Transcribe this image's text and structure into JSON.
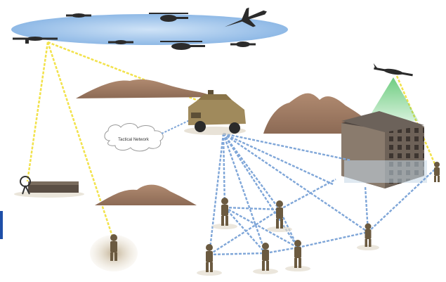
{
  "diagram": {
    "tactical_network_label": "Tactical Network",
    "link_colors": {
      "satellite_uplink": "#f2e24a",
      "mesh_link": "#7fa6d8"
    },
    "nodes": [
      {
        "name": "aircraft-formation",
        "kind": "airspace-ellipse",
        "color": "#9dc3ea"
      },
      {
        "name": "vehicle",
        "kind": "humvee"
      },
      {
        "name": "building",
        "kind": "multi-story-building"
      },
      {
        "name": "uav-right",
        "kind": "fixed-wing-uav"
      },
      {
        "name": "ground-station",
        "kind": "satellite-dish-and-shelter"
      },
      {
        "name": "soldier-left",
        "kind": "soldier"
      },
      {
        "name": "squad",
        "kind": "soldiers",
        "count": 7
      }
    ]
  }
}
